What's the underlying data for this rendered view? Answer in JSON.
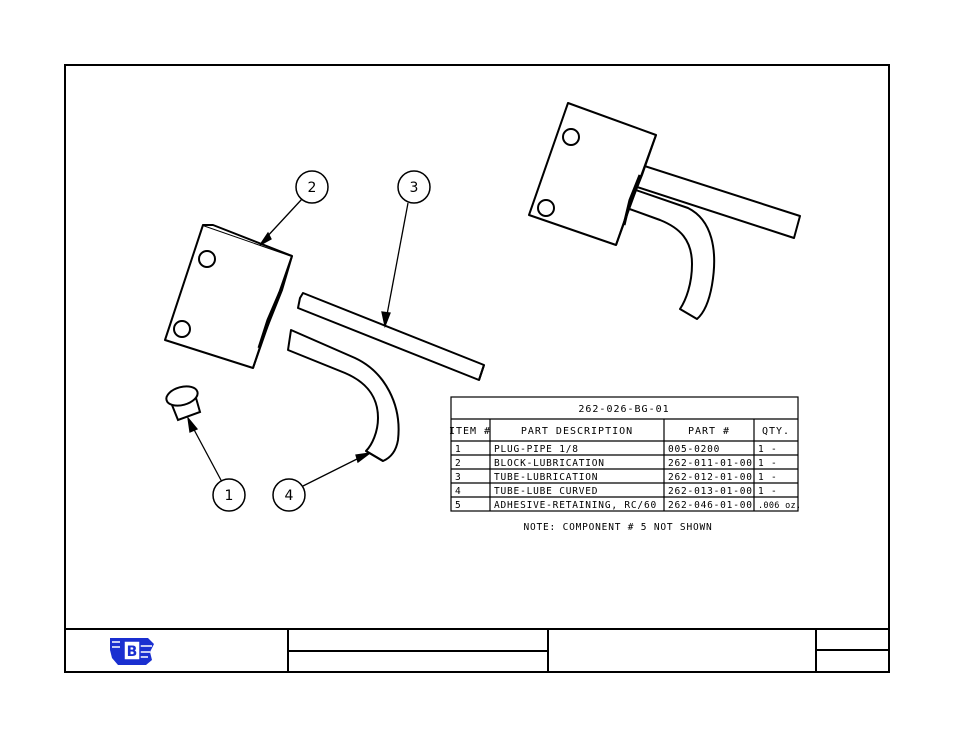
{
  "drawing": {
    "bom": {
      "assembly_number": "262-026-BG-01",
      "columns": [
        "ITEM #",
        "PART DESCRIPTION",
        "PART #",
        "QTY."
      ],
      "rows": [
        {
          "item": "1",
          "description": "PLUG-PIPE 1/8",
          "part": "005-0200",
          "qty": "1 -"
        },
        {
          "item": "2",
          "description": "BLOCK-LUBRICATION",
          "part": "262-011-01-00",
          "qty": "1 -"
        },
        {
          "item": "3",
          "description": "TUBE-LUBRICATION",
          "part": "262-012-01-00",
          "qty": "1 -"
        },
        {
          "item": "4",
          "description": "TUBE-LUBE CURVED",
          "part": "262-013-01-00",
          "qty": "1 -"
        },
        {
          "item": "5",
          "description": "ADHESIVE-RETAINING, RC/60",
          "part": "262-046-01-00",
          "qty": ".006 oz."
        }
      ],
      "note": "NOTE: COMPONENT # 5 NOT SHOWN"
    },
    "balloons": [
      "2",
      "3",
      "1",
      "4"
    ],
    "logo": {
      "letter": "B",
      "color": "#1a2fd0"
    }
  }
}
